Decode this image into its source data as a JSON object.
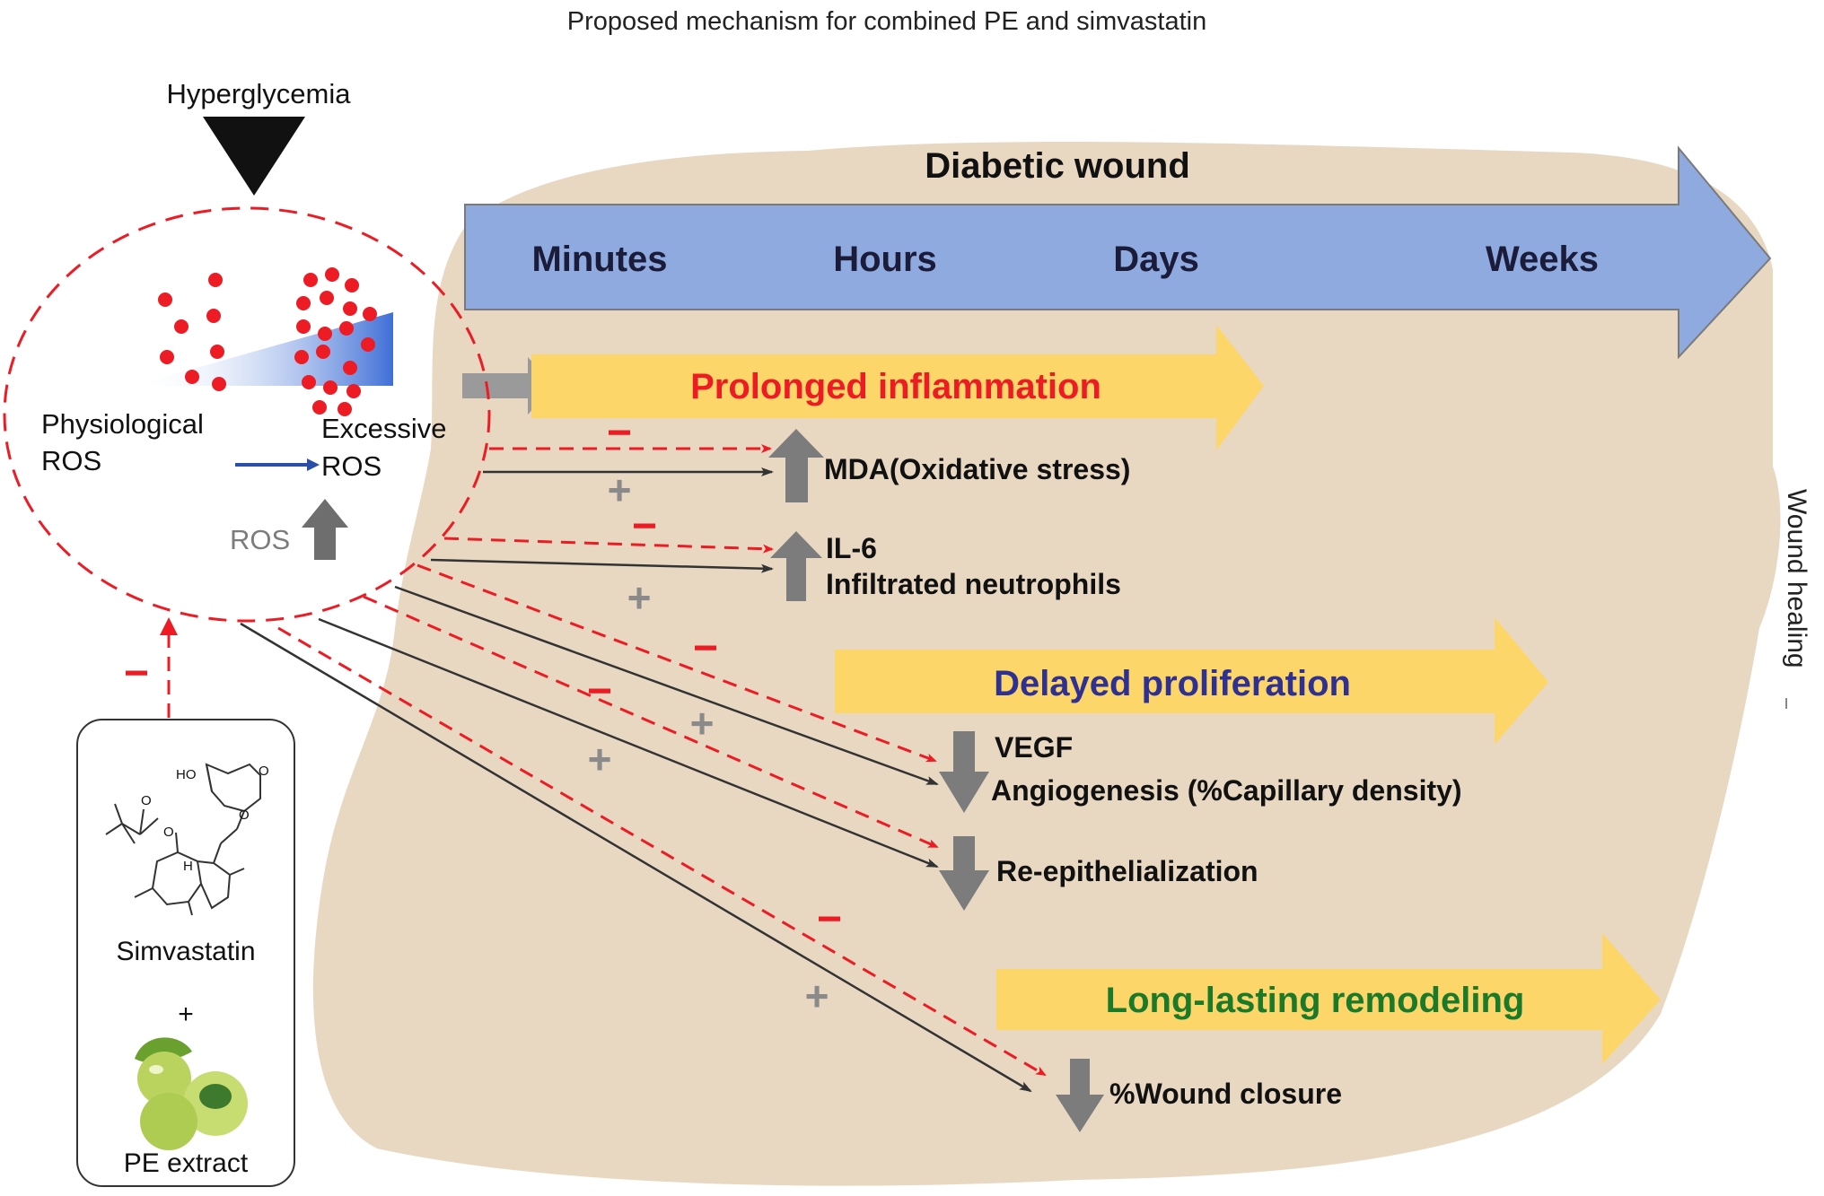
{
  "title": "Proposed mechanism for combined PE and simvastatin",
  "hyperglycemia": "Hyperglycemia",
  "ros_panel": {
    "physiological": [
      "Physiological",
      "ROS"
    ],
    "excessive": [
      "Excessive",
      "ROS"
    ],
    "ros_up": "ROS"
  },
  "timeline": {
    "title": "Diabetic wound",
    "stages": [
      "Minutes",
      "Hours",
      "Days",
      "Weeks"
    ]
  },
  "phases": {
    "inflammation": "Prolonged inflammation",
    "proliferation": "Delayed proliferation",
    "remodeling": "Long-lasting remodeling"
  },
  "outcomes": {
    "mda": "MDA(Oxidative stress)",
    "il6": "IL-6",
    "neutrophils": "Infiltrated neutrophils",
    "vegf": "VEGF",
    "angiogenesis": "Angiogenesis (%Capillary density)",
    "reepithelialization": "Re-epithelialization",
    "wound_closure": "%Wound closure"
  },
  "side_label": "Wound healing",
  "treatment": {
    "simvastatin": "Simvastatin",
    "plus": "+",
    "pe_extract": "PE extract",
    "mol_ho": "HO",
    "mol_o1": "O",
    "mol_o2": "O",
    "mol_o3": "O",
    "mol_o4": "O",
    "mol_h": "H"
  },
  "signs": {
    "minus": "−",
    "plus": "+"
  },
  "colors": {
    "red": "#ed1c24",
    "timeline_blue": "#8eaadf",
    "phase_yellow": "#fdd66a",
    "inflammation_text": "#ed1c24",
    "proliferation_text": "#2e3192",
    "remodeling_text": "#1a7a2a",
    "blob": "#e8d8c2",
    "gray_arrow": "#7c7c7c"
  }
}
